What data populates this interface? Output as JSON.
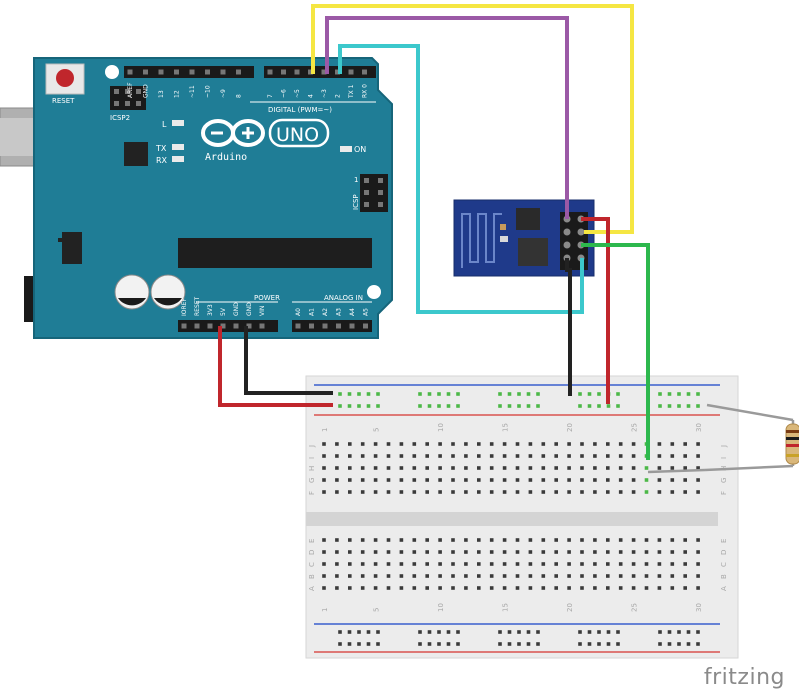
{
  "arduino": {
    "reset_label": "RESET",
    "icsp2_label": "ICSP2",
    "icsp_label": "ICSP",
    "icsp_pin1": "1",
    "digital_label": "DIGITAL (PWM=~)",
    "logo_text": "UNO",
    "brand": "Arduino",
    "on_label": "ON",
    "l_label": "L",
    "tx_label": "TX",
    "rx_label": "RX",
    "power_label": "POWER",
    "analog_label": "ANALOG IN",
    "top_header_pins": [
      "AREF",
      "GND",
      "13",
      "12",
      "~11",
      "~10",
      "~9",
      "8",
      "7",
      "~6",
      "~5",
      "4",
      "~3",
      "2",
      "TX 1",
      "RX 0"
    ],
    "power_pins": [
      "IOREF",
      "RESET",
      "3V3",
      "5V",
      "GND",
      "GND",
      "VIN"
    ],
    "analog_pins": [
      "A0",
      "A1",
      "A2",
      "A3",
      "A4",
      "A5"
    ]
  },
  "breadboard": {
    "column_numbers": [
      "1",
      "5",
      "10",
      "15",
      "20",
      "25",
      "30"
    ],
    "row_letters_top": [
      "J",
      "I",
      "H",
      "G",
      "F"
    ],
    "row_letters_bottom": [
      "E",
      "D",
      "C",
      "B",
      "A"
    ]
  },
  "watermark": "fritzing",
  "colors": {
    "board": "#1f7d96",
    "board_edge": "#16657a",
    "wire_yellow": "#f5e642",
    "wire_purple": "#9b59a6",
    "wire_cyan": "#3cc8cc",
    "wire_red": "#c0262c",
    "wire_black": "#222222",
    "wire_green": "#2db84d",
    "esp_board": "#1f3a8a",
    "rail_red": "#d9534f",
    "rail_blue": "#3a5fcd",
    "hole_green": "#4cb848",
    "hole_dark": "#3a3a3a"
  }
}
